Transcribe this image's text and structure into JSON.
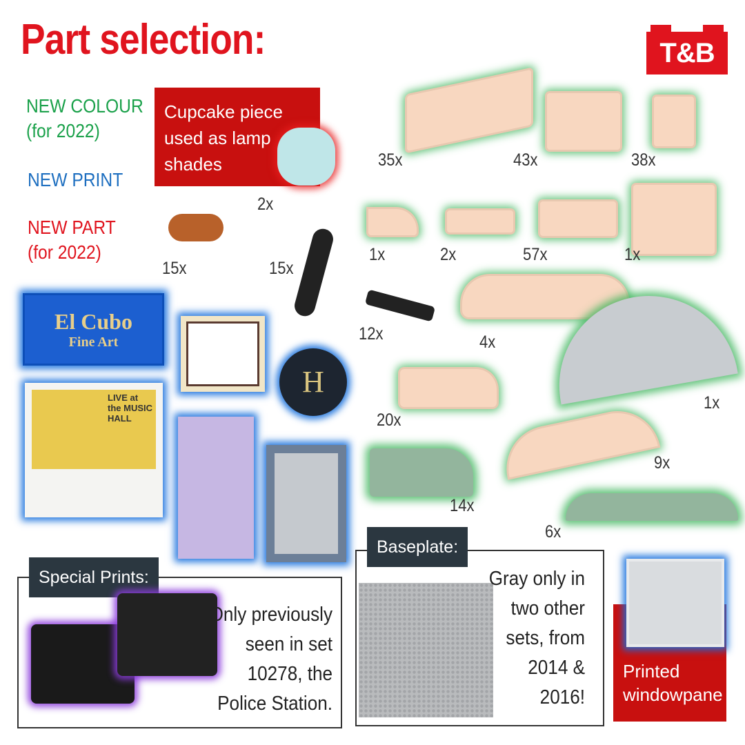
{
  "title": "Part selection:",
  "logo": "T&B",
  "legend": {
    "new_colour": "NEW COLOUR",
    "new_colour_sub": "(for 2022)",
    "new_print": "NEW PRINT",
    "new_part": "NEW PART",
    "new_part_sub": "(for 2022)"
  },
  "colors": {
    "red": "#e0141e",
    "green": "#1aa14a",
    "blue": "#1e6fc0",
    "tag": "#2b3740",
    "nougat": "#f8d7c0"
  },
  "cupcake_note": "Cupcake piece used as lamp shades",
  "counts": {
    "brick1x4": "35x",
    "brick1x2": "43x",
    "brick1x1": "38x",
    "cupcake": "2x",
    "plate_round": "15x",
    "snake": "15x",
    "quarter_tile": "1x",
    "slope_curve": "2x",
    "plate1x2": "57x",
    "brick2x2": "1x",
    "pin": "12x",
    "arch_curve": "4x",
    "half_round_plate": "1x",
    "slope_brick": "20x",
    "arch": "9x",
    "sand_green_slope": "14x",
    "sand_green_arc": "6x"
  },
  "tiles": {
    "sign_line1": "El Cubo",
    "sign_line2": "Fine Art",
    "poster": "LIVE at the MUSIC HALL"
  },
  "special_prints": {
    "label": "Special Prints:",
    "text": "Only previously seen in set 10278, the Police Station."
  },
  "baseplate": {
    "label": "Baseplate:",
    "text": "Gray only in two other sets, from 2014 & 2016!"
  },
  "windowpane": {
    "label": "Printed windowpane"
  }
}
